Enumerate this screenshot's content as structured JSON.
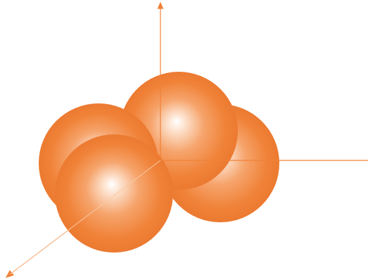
{
  "figure": {
    "sphere_color": "#f08238",
    "sphere_highlight": "#ffffff",
    "axis_color": "#f08238",
    "background": "#ffffff",
    "sphere_count": 4,
    "axes": [
      "x-axis",
      "y-axis",
      "z-axis"
    ]
  }
}
